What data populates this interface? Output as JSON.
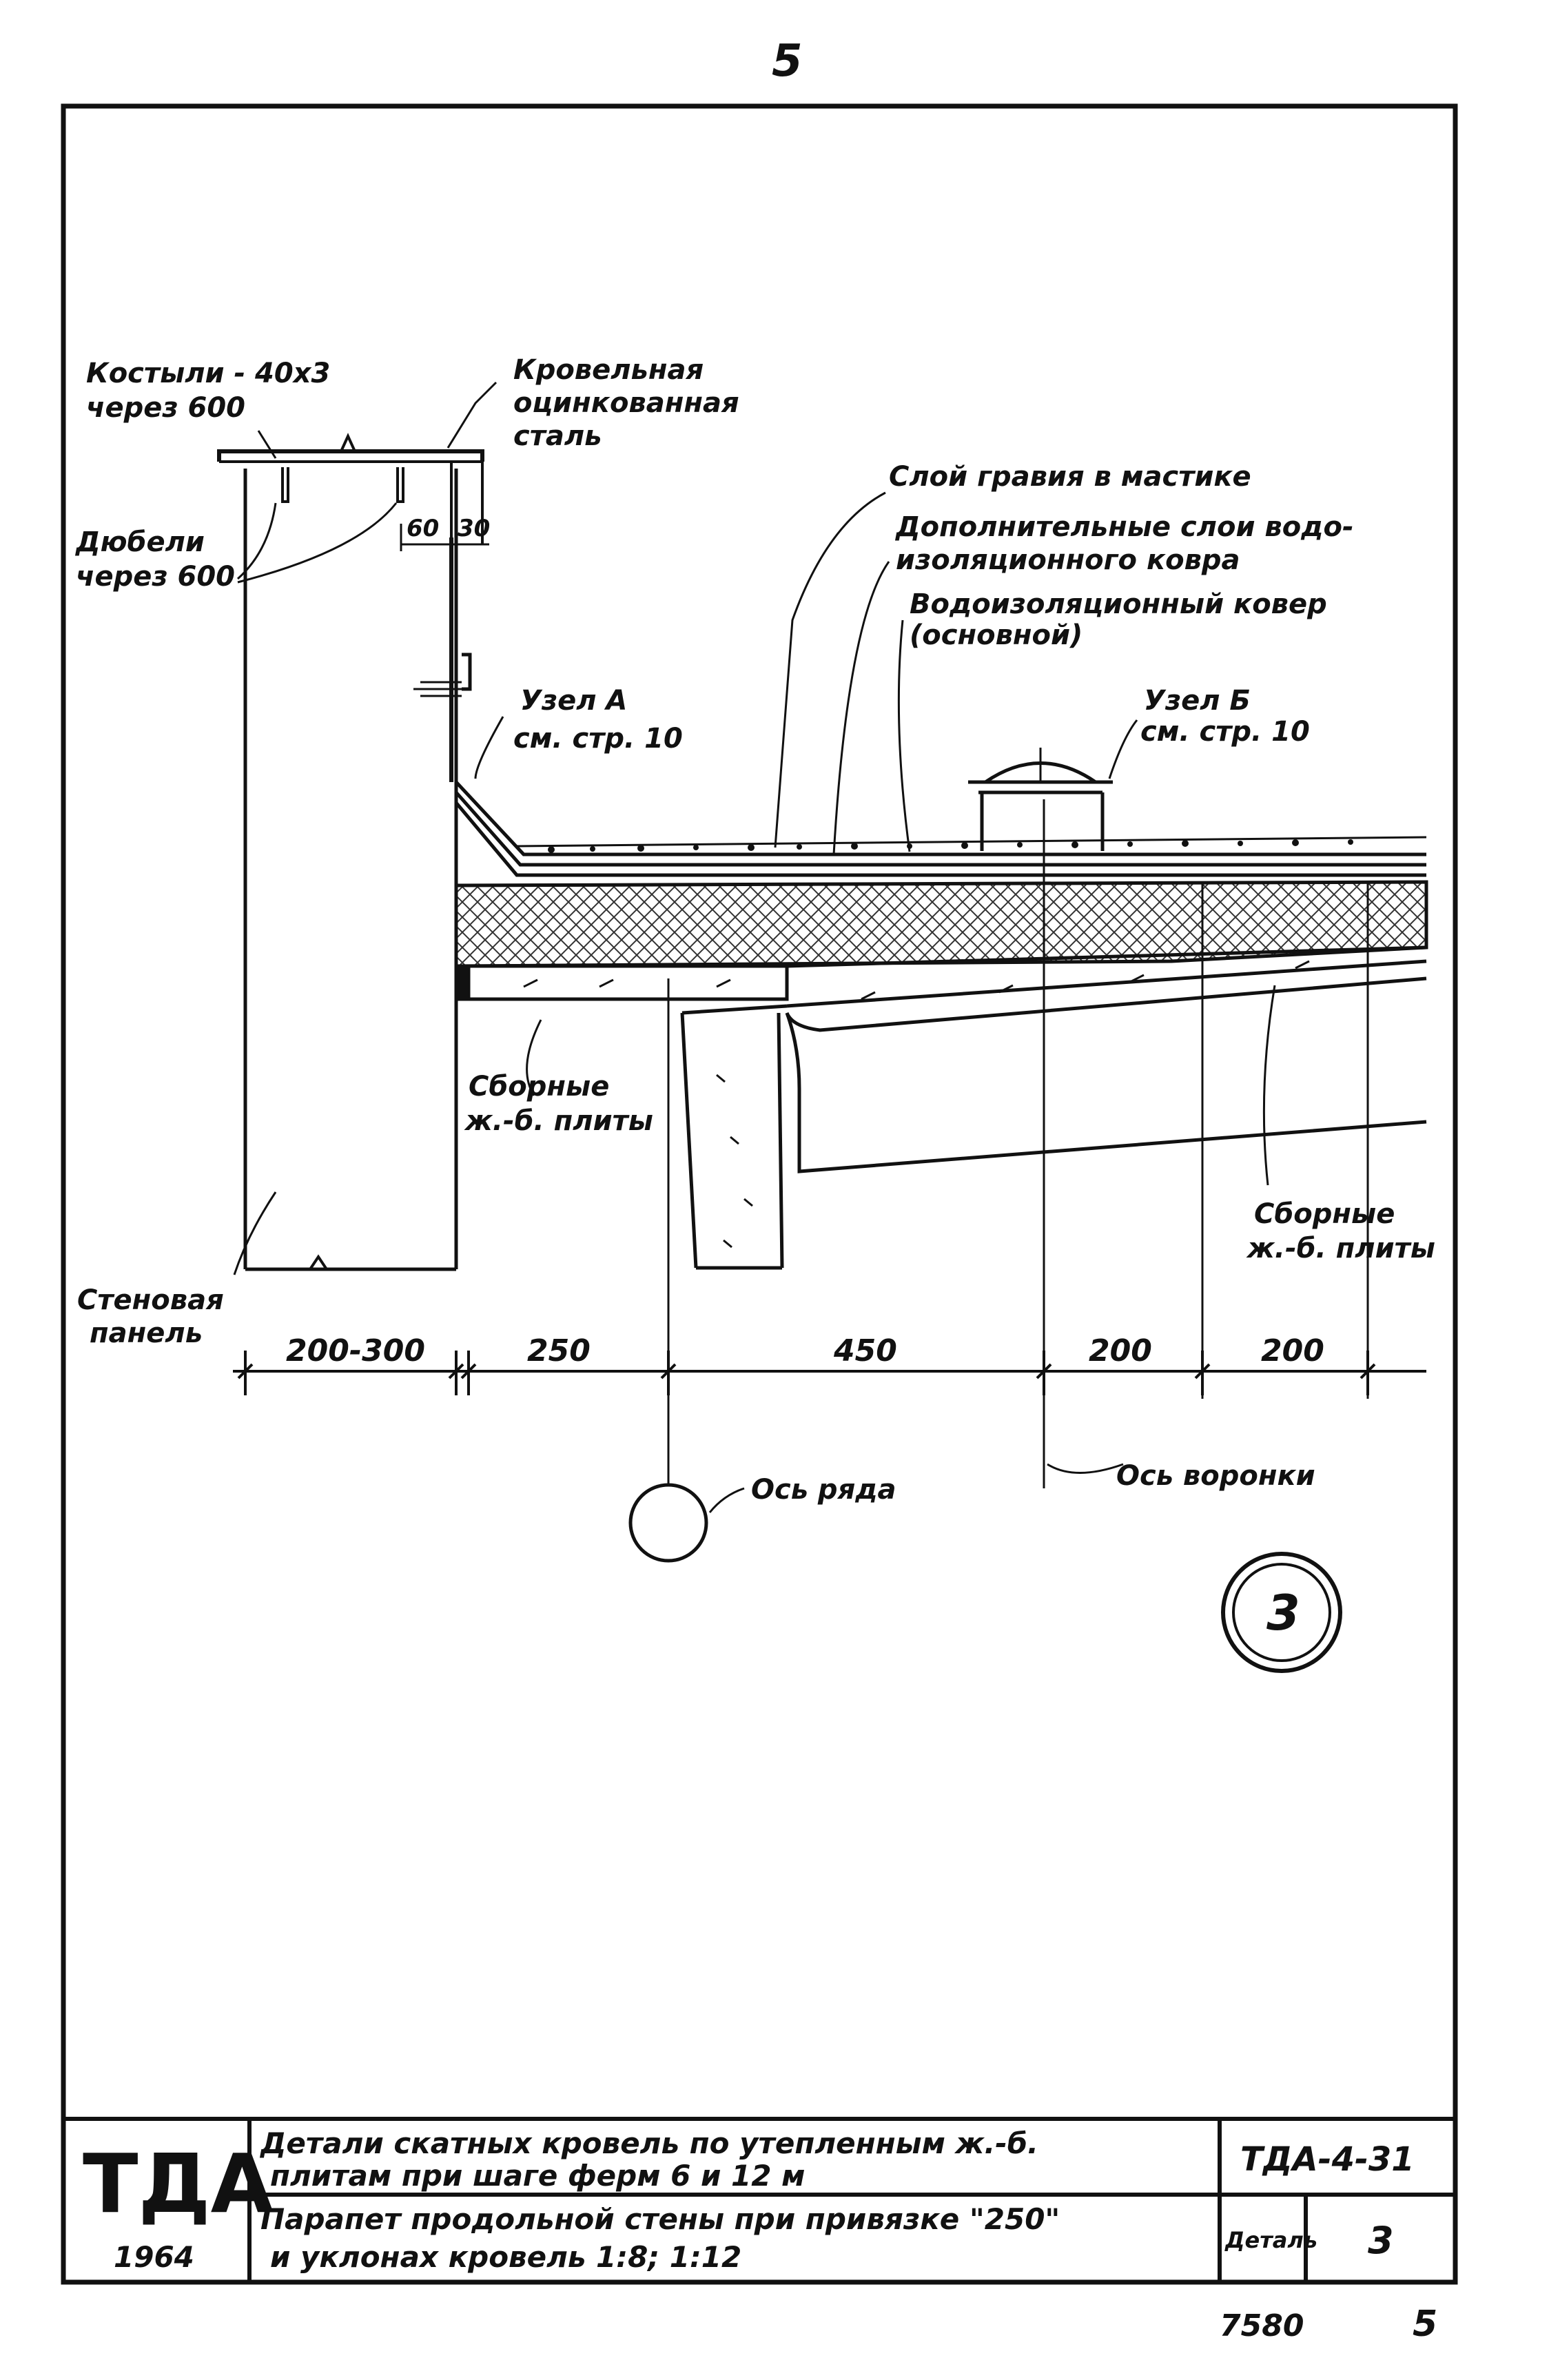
{
  "page_number_top": "5",
  "labels": {
    "kostyli": "Костыли - 40х3",
    "kostyli_step": "через 600",
    "roof_steel_1": "Кровельная",
    "roof_steel_2": "оцинкованная",
    "roof_steel_3": "сталь",
    "dubeli": "Дюбели",
    "dubeli_step": "через 600",
    "gravel": "Слой гравия в мастике",
    "extra_layers_1": "Дополнительные слои водо-",
    "extra_layers_2": "изоляционного ковра",
    "base_carpet_1": "Водоизоляционный ковер",
    "base_carpet_2": "(основной)",
    "node_a_1": "Узел А",
    "node_a_2": "см. стр. 10",
    "node_b_1": "Узел Б",
    "node_b_2": "см. стр. 10",
    "slabs_left_1": "Сборные",
    "slabs_left_2": "ж.-б. плиты",
    "slabs_right_1": "Сборные",
    "slabs_right_2": "ж.-б. плиты",
    "wall_panel_1": "Стеновая",
    "wall_panel_2": "панель",
    "row_axis": "Ось ряда",
    "funnel_axis": "Ось воронки",
    "detail_circle": "3"
  },
  "dimensions": {
    "d60": "60",
    "d30": "30",
    "d200_300": "200-300",
    "d250": "250",
    "d450": "450",
    "d200a": "200",
    "d200b": "200"
  },
  "title_block": {
    "logo": "ТДА",
    "year": "1964",
    "title_line1": "Детали скатных кровель по утепленным ж.-б.",
    "title_line2": "плитам при шаге ферм 6 и 12 м",
    "subtitle_line1": "Парапет продольной стены при привязке \"250\"",
    "subtitle_line2": "и уклонах кровель 1:8; 1:12",
    "code": "ТДА-4-31",
    "detail_label": "Деталь",
    "detail_number": "3"
  },
  "bottom": {
    "sheet_id": "7580",
    "page_number": "5"
  }
}
